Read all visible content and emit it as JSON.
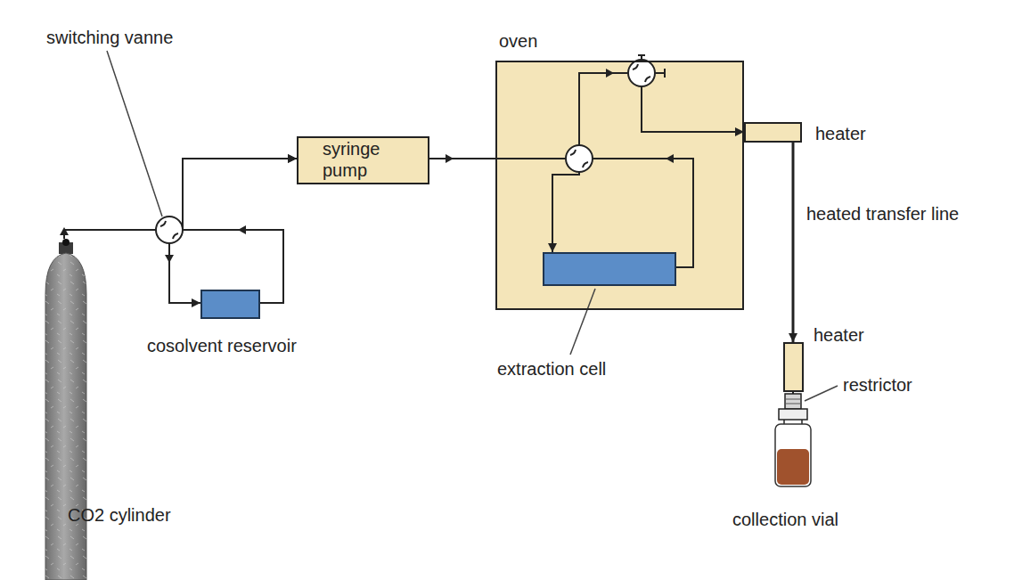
{
  "diagram": {
    "nodes": [
      {
        "text": [
          "syringe pump"
        ]
      },
      {
        "text": [
          "oven"
        ]
      },
      {
        "text": [
          "extraction cell"
        ],
        "in": 1
      },
      {
        "text": [
          "heater"
        ]
      },
      {
        "text": [
          "cosolvent reservoir"
        ]
      },
      {
        "text": [
          "heater"
        ]
      },
      {
        "text": [
          "collection vial"
        ]
      },
      {
        "text": [
          "CO2 cylinder"
        ]
      }
    ],
    "edges": [
      {
        "from": 7,
        "to": 4,
        "arrow": "to"
      },
      {
        "from": 7,
        "to": 0,
        "arrow": "to"
      },
      {
        "from": 4,
        "to": 0,
        "arrow": "to"
      },
      {
        "from": 0,
        "to": 2,
        "arrow": "to"
      },
      {
        "from": 2,
        "to": 3,
        "arrow": "to"
      },
      {
        "from": 3,
        "to": 5,
        "arrow": "to"
      },
      {
        "from": 5,
        "to": 6,
        "arrow": "none"
      }
    ],
    "labels": [
      "switching vanne",
      "heated transfer line",
      "restrictor"
    ]
  }
}
